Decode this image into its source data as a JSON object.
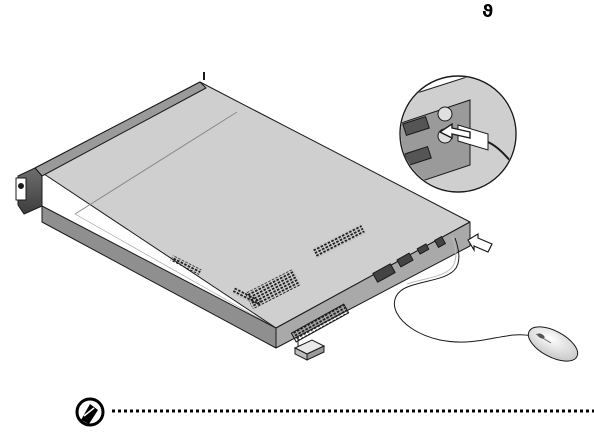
{
  "header": {
    "mouse_glyph": "ϑ",
    "mouse_icon": "mouse-symbol-icon"
  },
  "illustration": {
    "subject": "rack-server-chassis",
    "device": "mouse",
    "connection_indicator": "arrow-icon",
    "detail_callout": "ps2-port-detail"
  },
  "note": {
    "icon": "note-pen-icon",
    "rule": "dotted"
  },
  "colors": {
    "line": "#1a1a1a",
    "chassis_top": "#cfcfcf",
    "chassis_side": "#8f8f8f",
    "chassis_front": "#5a5a5a",
    "mouse_body": "#e6e6e6",
    "background": "#ffffff"
  }
}
